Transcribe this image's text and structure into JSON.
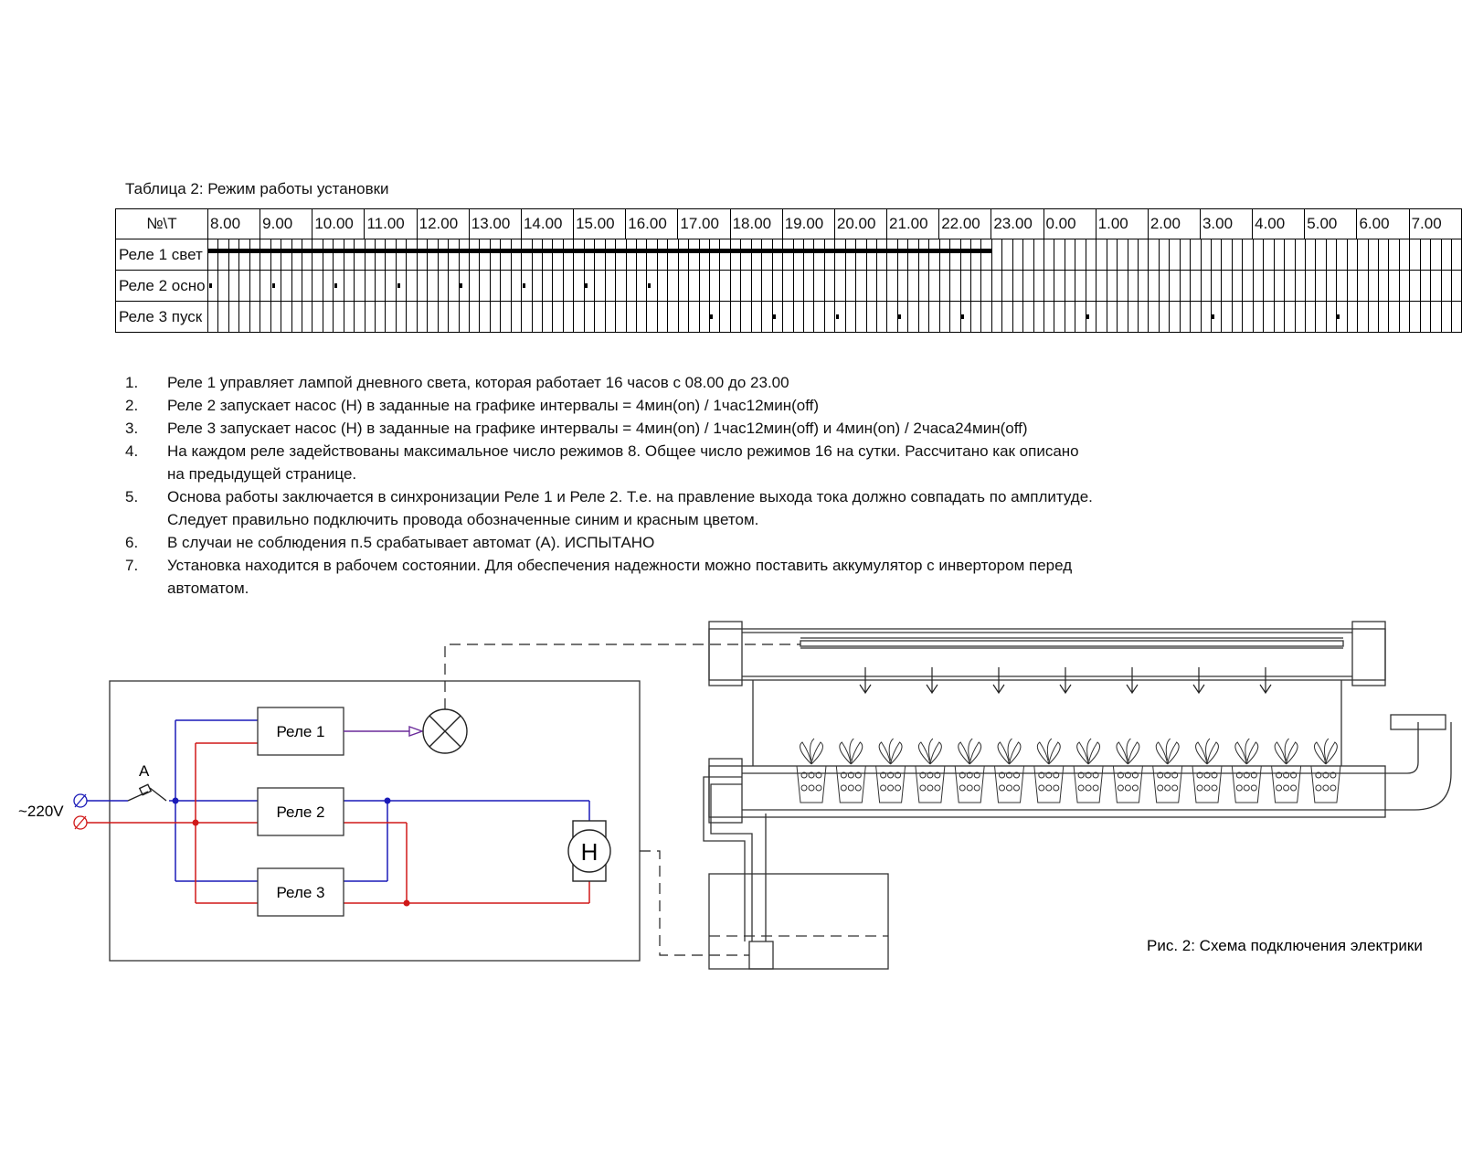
{
  "table": {
    "title": "Таблица 2: Режим работы установки",
    "corner_label": "№\\T",
    "hours": [
      "8.00",
      "9.00",
      "10.00",
      "11.00",
      "12.00",
      "13.00",
      "14.00",
      "15.00",
      "16.00",
      "17.00",
      "18.00",
      "19.00",
      "20.00",
      "21.00",
      "22.00",
      "23.00",
      "0.00",
      "1.00",
      "2.00",
      "3.00",
      "4.00",
      "5.00",
      "6.00",
      "7.00"
    ],
    "rows": [
      {
        "label": "Реле 1 свет",
        "on_from": "8.00",
        "on_to": "23.00"
      },
      {
        "label": "Реле 2 осно",
        "pulses": [
          "8.00",
          "9.12",
          "10.24",
          "11.36",
          "12.48",
          "14.00",
          "15.12",
          "16.24"
        ]
      },
      {
        "label": "Реле 3 пуск",
        "pulses": [
          "17.36",
          "18.48",
          "20.00",
          "21.12",
          "22.24",
          "0.48",
          "3.12",
          "5.36"
        ]
      }
    ]
  },
  "notes": [
    {
      "num": "1.",
      "text": "Реле 1 управляет лампой дневного света, которая работает 16 часов с 08.00 до 23.00"
    },
    {
      "num": "2.",
      "text": "Реле 2 запускает насос (Н) в заданные на графике интервалы = 4мин(on) / 1час12мин(off)"
    },
    {
      "num": "3.",
      "text": "Реле 3 запускает насос (Н) в заданные на графике интервалы = 4мин(on) / 1час12мин(off) и 4мин(on) / 2часа24мин(off)"
    },
    {
      "num": "4.",
      "text": "На каждом реле задействованы максимальное число режимов 8. Общее число режимов 16 на сутки. Рассчитано как описано на предыдущей странице."
    },
    {
      "num": "5.",
      "text": "Основа работы заключается в синхронизации Реле 1 и Реле 2. Т.е. на правление выхода тока должно совпадать по амплитуде. Следует правильно подключить провода обозначенные синим и красным цветом."
    },
    {
      "num": "6.",
      "text": "В случаи не соблюдения п.5 срабатывает автомат (А). ИСПЫТАНО"
    },
    {
      "num": "7.",
      "text": "Установка находится в рабочем состоянии. Для обеспечения надежности можно поставить аккумулятор с инвертором перед автоматом."
    }
  ],
  "diagram": {
    "supply_label": "~220V",
    "breaker_label": "А",
    "relay1_label": "Реле 1",
    "relay2_label": "Реле 2",
    "relay3_label": "Реле 3",
    "pump_label": "Н",
    "figure_caption": "Рис. 2: Схема подключения электрики",
    "wire_colors": {
      "phase_blue": "#1a1ab8",
      "phase_red": "#d01818",
      "lamp_wire": "#6a2a9a"
    }
  }
}
